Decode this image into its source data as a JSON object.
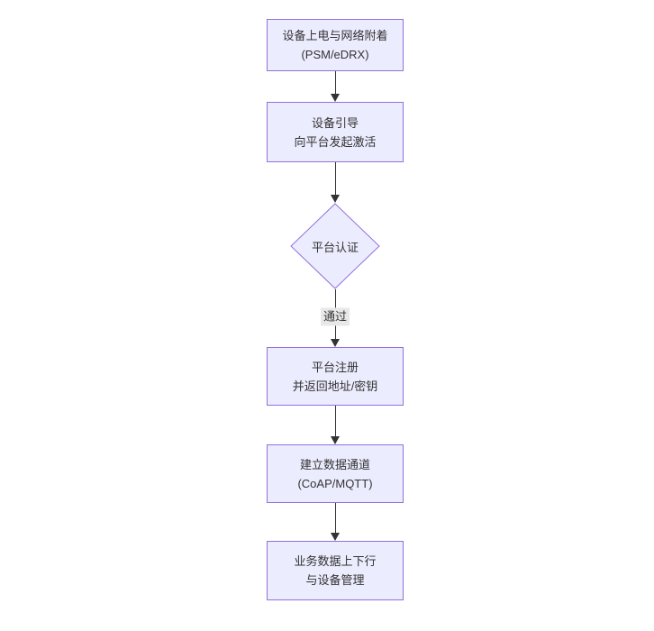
{
  "page": {
    "background": "#ffffff"
  },
  "diagram": {
    "type": "flowchart",
    "direction": "top-down",
    "nodes": [
      {
        "id": "A",
        "shape": "rect",
        "lines": [
          "设备上电与网络附着",
          "(PSM/eDRX)"
        ]
      },
      {
        "id": "B",
        "shape": "rect",
        "lines": [
          "设备引导",
          "向平台发起激活"
        ]
      },
      {
        "id": "C",
        "shape": "diamond",
        "lines": [
          "平台认证"
        ]
      },
      {
        "id": "D",
        "shape": "rect",
        "lines": [
          "平台注册",
          "并返回地址/密钥"
        ]
      },
      {
        "id": "E",
        "shape": "rect",
        "lines": [
          "建立数据通道",
          "(CoAP/MQTT)"
        ]
      },
      {
        "id": "F",
        "shape": "rect",
        "lines": [
          "业务数据上下行",
          "与设备管理"
        ]
      }
    ],
    "edges": [
      {
        "from": "A",
        "to": "B",
        "label": ""
      },
      {
        "from": "B",
        "to": "C",
        "label": ""
      },
      {
        "from": "C",
        "to": "D",
        "label": "通过"
      },
      {
        "from": "D",
        "to": "E",
        "label": ""
      },
      {
        "from": "E",
        "to": "F",
        "label": ""
      }
    ],
    "colors": {
      "node_fill": "#ECECFF",
      "node_border": "#9370DB",
      "edge_line": "#333333",
      "edge_label_bg": "#e8e8e8",
      "text": "#333333"
    }
  }
}
